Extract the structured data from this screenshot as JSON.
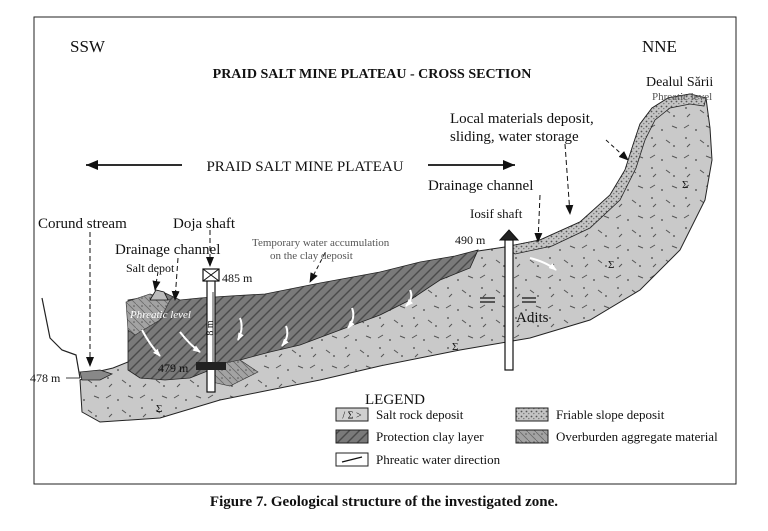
{
  "title": "PRAID SALT MINE PLATEAU - CROSS SECTION",
  "caption": "Figure 7. Geological structure of the investigated zone.",
  "directions": {
    "left": "SSW",
    "right": "NNE"
  },
  "plateau_label": "PRAID SALT MINE PLATEAU",
  "labels": {
    "dealul_sarii": "Dealul Sării",
    "phreatic_level_right": "Phreatic level",
    "local_materials_1": "Local materials deposit,",
    "local_materials_2": "sliding, water storage",
    "drainage_channel_right": "Drainage channel",
    "iosif_shaft": "Iosif shaft",
    "elev_490": "490 m",
    "corund_stream": "Corund stream",
    "doja_shaft": "Doja shaft",
    "drainage_channel_left": "Drainage channel",
    "salt_depot": "Salt depot",
    "elev_485": "485 m",
    "phreatic_level_left": "Phreatic level",
    "temp_water_1": "Temporary water accumulation",
    "temp_water_2": "on the clay deposit",
    "adits": "Adits",
    "elev_478": "478 m",
    "elev_479": "479 m",
    "shaft_depth": "8 m",
    "sigma": "Σ"
  },
  "legend": {
    "title": "LEGEND",
    "items": [
      {
        "label": "Salt rock deposit",
        "symbol": "/ Σ >"
      },
      {
        "label": "Protection clay layer"
      },
      {
        "label": "Phreatic water direction"
      },
      {
        "label": "Friable slope deposit"
      },
      {
        "label": "Overburden aggregate material"
      }
    ]
  },
  "colors": {
    "salt_rock": "#c9c9c9",
    "clay": "#6e6e6e",
    "overburden": "#9a9a9a",
    "friable": "#b5b5b5",
    "ink": "#111111"
  }
}
